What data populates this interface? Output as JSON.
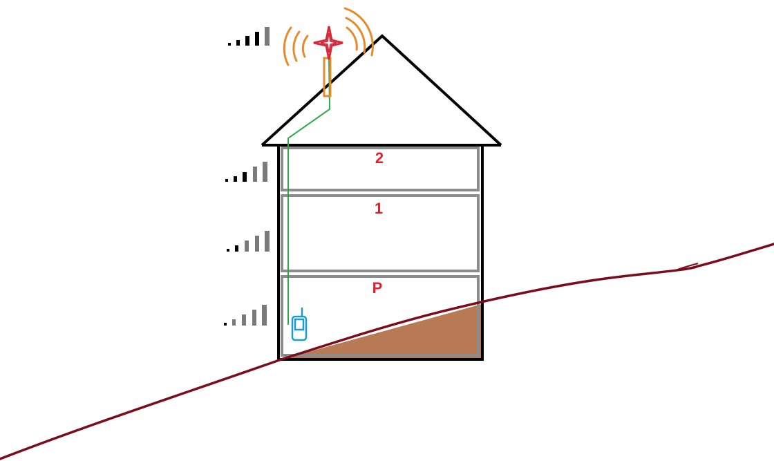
{
  "diagram": {
    "floors": [
      {
        "id": "2",
        "label": "2"
      },
      {
        "id": "1",
        "label": "1"
      },
      {
        "id": "p",
        "label": "P"
      }
    ],
    "signal_indicators": [
      {
        "location": "roof",
        "bars": 5
      },
      {
        "location": "floor-2",
        "bars": 5
      },
      {
        "location": "floor-1",
        "bars": 5
      },
      {
        "location": "floor-p",
        "bars": 5
      }
    ],
    "colors": {
      "label_red": "#e0202a",
      "ground_line": "#7a0c1c",
      "earth_fill": "#b87a55",
      "cable_green": "#2fa84a",
      "antenna_orange": "#e88a2a",
      "antenna_star": "#d42a3a",
      "phone_blue": "#1a9ad6",
      "wall_black": "#000000",
      "floor_gray": "#8c8c8c"
    }
  }
}
